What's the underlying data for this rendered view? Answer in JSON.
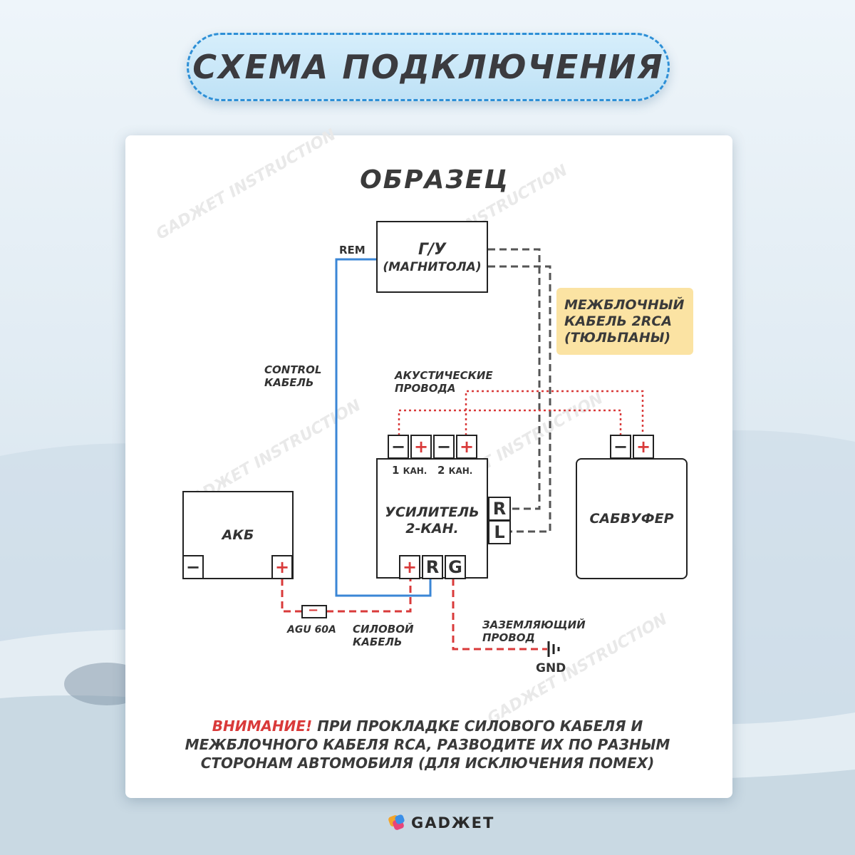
{
  "title": "СХЕМА ПОДКЛЮЧЕНИЯ",
  "subtitle": "ОБРАЗЕЦ",
  "head_unit": {
    "line1": "Г/У",
    "line2": "(МАГНИТОЛА)"
  },
  "rem_label": "REM",
  "control_cable": {
    "line1": "CONTROL",
    "line2": "КАБЕЛЬ"
  },
  "interconnect_cable": {
    "line1": "МЕЖБЛОЧНЫЙ",
    "line2": "КАБЕЛЬ 2RCA",
    "line3": "(ТЮЛЬПАНЫ)"
  },
  "speaker_wires": {
    "line1": "АКУСТИЧЕСКИЕ",
    "line2": "ПРОВОДА"
  },
  "amplifier": {
    "line1": "УСИЛИТЕЛЬ",
    "line2": "2-КАН.",
    "ch1": "1",
    "ch2": "2",
    "ch_unit": "КАН.",
    "out_terms": [
      "−",
      "+",
      "−",
      "+"
    ],
    "in_r": "R",
    "in_l": "L",
    "pwr_terms": [
      "+",
      "R",
      "G"
    ]
  },
  "battery": {
    "label": "АКБ",
    "neg": "−",
    "pos": "+"
  },
  "subwoofer": {
    "label": "САБВУФЕР",
    "neg": "−",
    "pos": "+"
  },
  "fuse": {
    "label": "AGU 60A",
    "symbol": "−"
  },
  "power_cable": {
    "line1": "СИЛОВОЙ",
    "line2": "КАБЕЛЬ"
  },
  "ground_wire": {
    "line1": "ЗАЗЕМЛЯЮЩИЙ",
    "line2": "ПРОВОД"
  },
  "gnd": "GND",
  "warning": {
    "prefix": "ВНИМАНИЕ!",
    "line1": " ПРИ ПРОКЛАДКЕ СИЛОВОГО КАБЕЛЯ И",
    "line2": "МЕЖБЛОЧНОГО КАБЕЛЯ RCA, РАЗВОДИТЕ ИХ ПО РАЗНЫМ",
    "line3": "СТОРОНАМ АВТОМОБИЛЯ (ДЛЯ ИСКЛЮЧЕНИЯ ПОМЕХ)"
  },
  "watermark": "GADЖЕТ INSTRUCTION",
  "brand": "GADЖЕТ",
  "colors": {
    "accent_blue": "#2e8fd6",
    "warning_red": "#d93a3a",
    "control_wire": "#3a86d6",
    "rca_wire": "#555555",
    "note_bg": "#fbe3a3"
  }
}
